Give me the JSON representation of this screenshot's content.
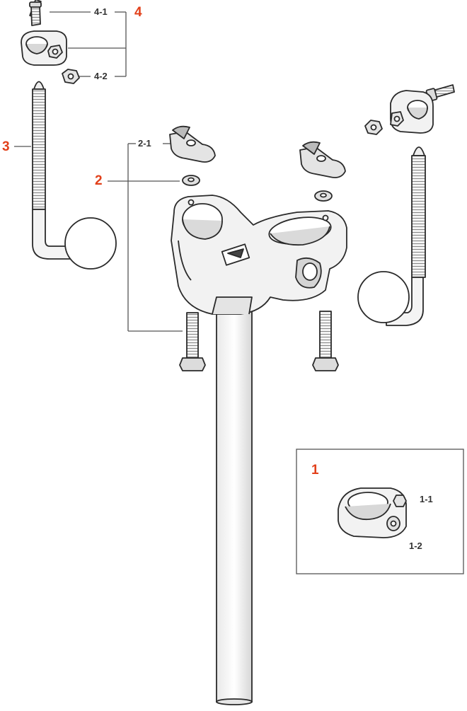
{
  "colors": {
    "accent": "#e2401a",
    "part_fill": "#f2f2f2",
    "part_stroke": "#2a2a2a",
    "leader": "#555555"
  },
  "callouts": {
    "main_4": "4",
    "sub_4_1": "4-1",
    "sub_4_2": "4-2",
    "main_3": "3",
    "main_2": "2",
    "sub_2_1": "2-1",
    "main_1": "1",
    "sub_1_1": "1-1",
    "sub_1_2": "1-2"
  }
}
